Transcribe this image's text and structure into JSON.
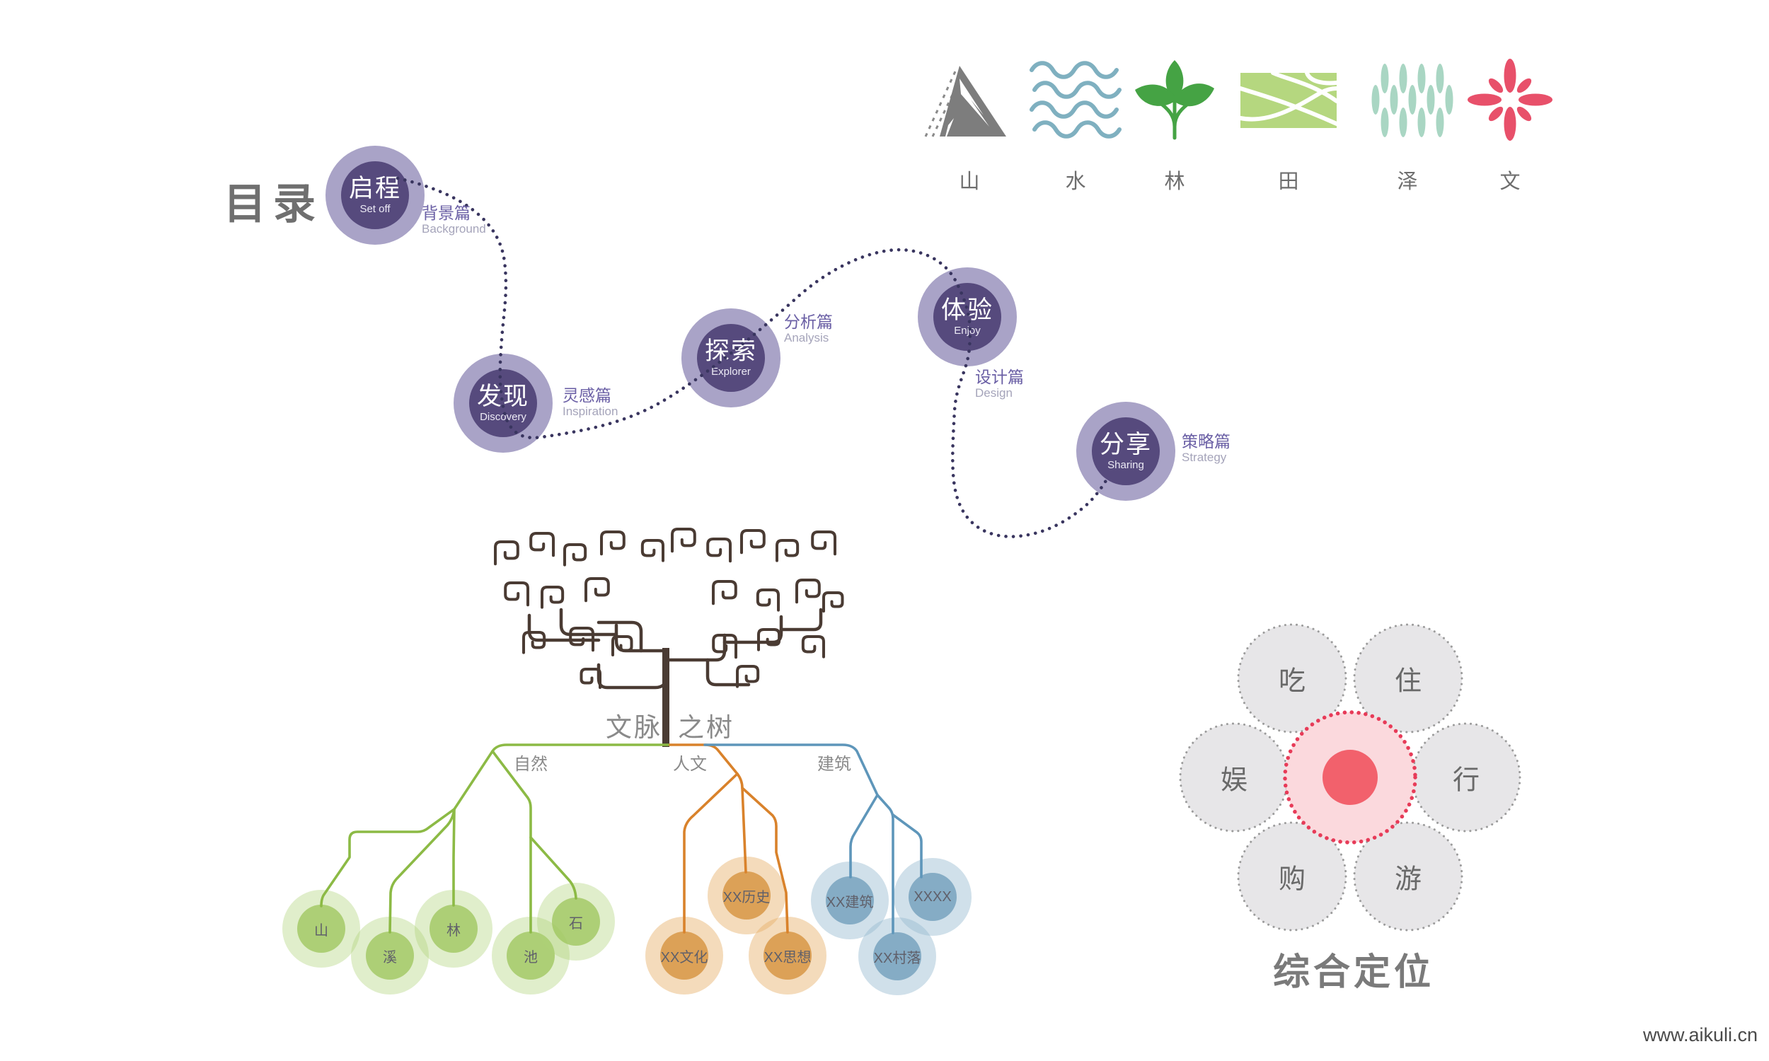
{
  "page": {
    "title": "目录",
    "website": "www.aikuli.cn"
  },
  "journey": {
    "nodes": [
      {
        "cn": "启程",
        "en": "Set off",
        "label_cn": "背景篇",
        "label_en": "Background"
      },
      {
        "cn": "发现",
        "en": "Discovery",
        "label_cn": "灵感篇",
        "label_en": "Inspiration"
      },
      {
        "cn": "探索",
        "en": "Explorer",
        "label_cn": "分析篇",
        "label_en": "Analysis"
      },
      {
        "cn": "体验",
        "en": "Enjoy",
        "label_cn": "设计篇",
        "label_en": "Design"
      },
      {
        "cn": "分享",
        "en": "Sharing",
        "label_cn": "策略篇",
        "label_en": "Strategy"
      }
    ]
  },
  "legend": {
    "items": [
      {
        "icon": "mountain-icon",
        "label": "山"
      },
      {
        "icon": "water-icon",
        "label": "水"
      },
      {
        "icon": "forest-icon",
        "label": "林"
      },
      {
        "icon": "field-icon",
        "label": "田"
      },
      {
        "icon": "marsh-icon",
        "label": "泽"
      },
      {
        "icon": "culture-icon",
        "label": "文"
      }
    ]
  },
  "tree": {
    "title_left": "文脉",
    "title_right": "之树",
    "branches": [
      {
        "label": "自然",
        "color": "#8cba45",
        "leaves": [
          "山",
          "溪",
          "林",
          "池",
          "石"
        ]
      },
      {
        "label": "人文",
        "color": "#d9822b",
        "leaves": [
          "XX文化",
          "XX历史",
          "XX思想"
        ]
      },
      {
        "label": "建筑",
        "color": "#5e96ba",
        "leaves": [
          "XX建筑",
          "XXXX",
          "XX村落"
        ]
      }
    ]
  },
  "flower": {
    "title": "综合定位",
    "petals": [
      "吃",
      "住",
      "娱",
      "行",
      "购",
      "游"
    ]
  },
  "colors": {
    "node_inner_purple": "#564a7d",
    "node_outer_purple": "#a9a3c7",
    "label_purple": "#6a5fa5",
    "dotted_path_navy": "#39355f",
    "branch_green": "#8cba45",
    "branch_orange": "#d9822b",
    "branch_blue": "#5e96ba",
    "tree_brown": "#4a3b33",
    "flower_red_dots": "#e73b58",
    "flower_pink": "#fbd9dd",
    "flower_center_red": "#f2616c",
    "petal_gray": "#e7e6e8",
    "text_gray": "#7a7a7a"
  }
}
